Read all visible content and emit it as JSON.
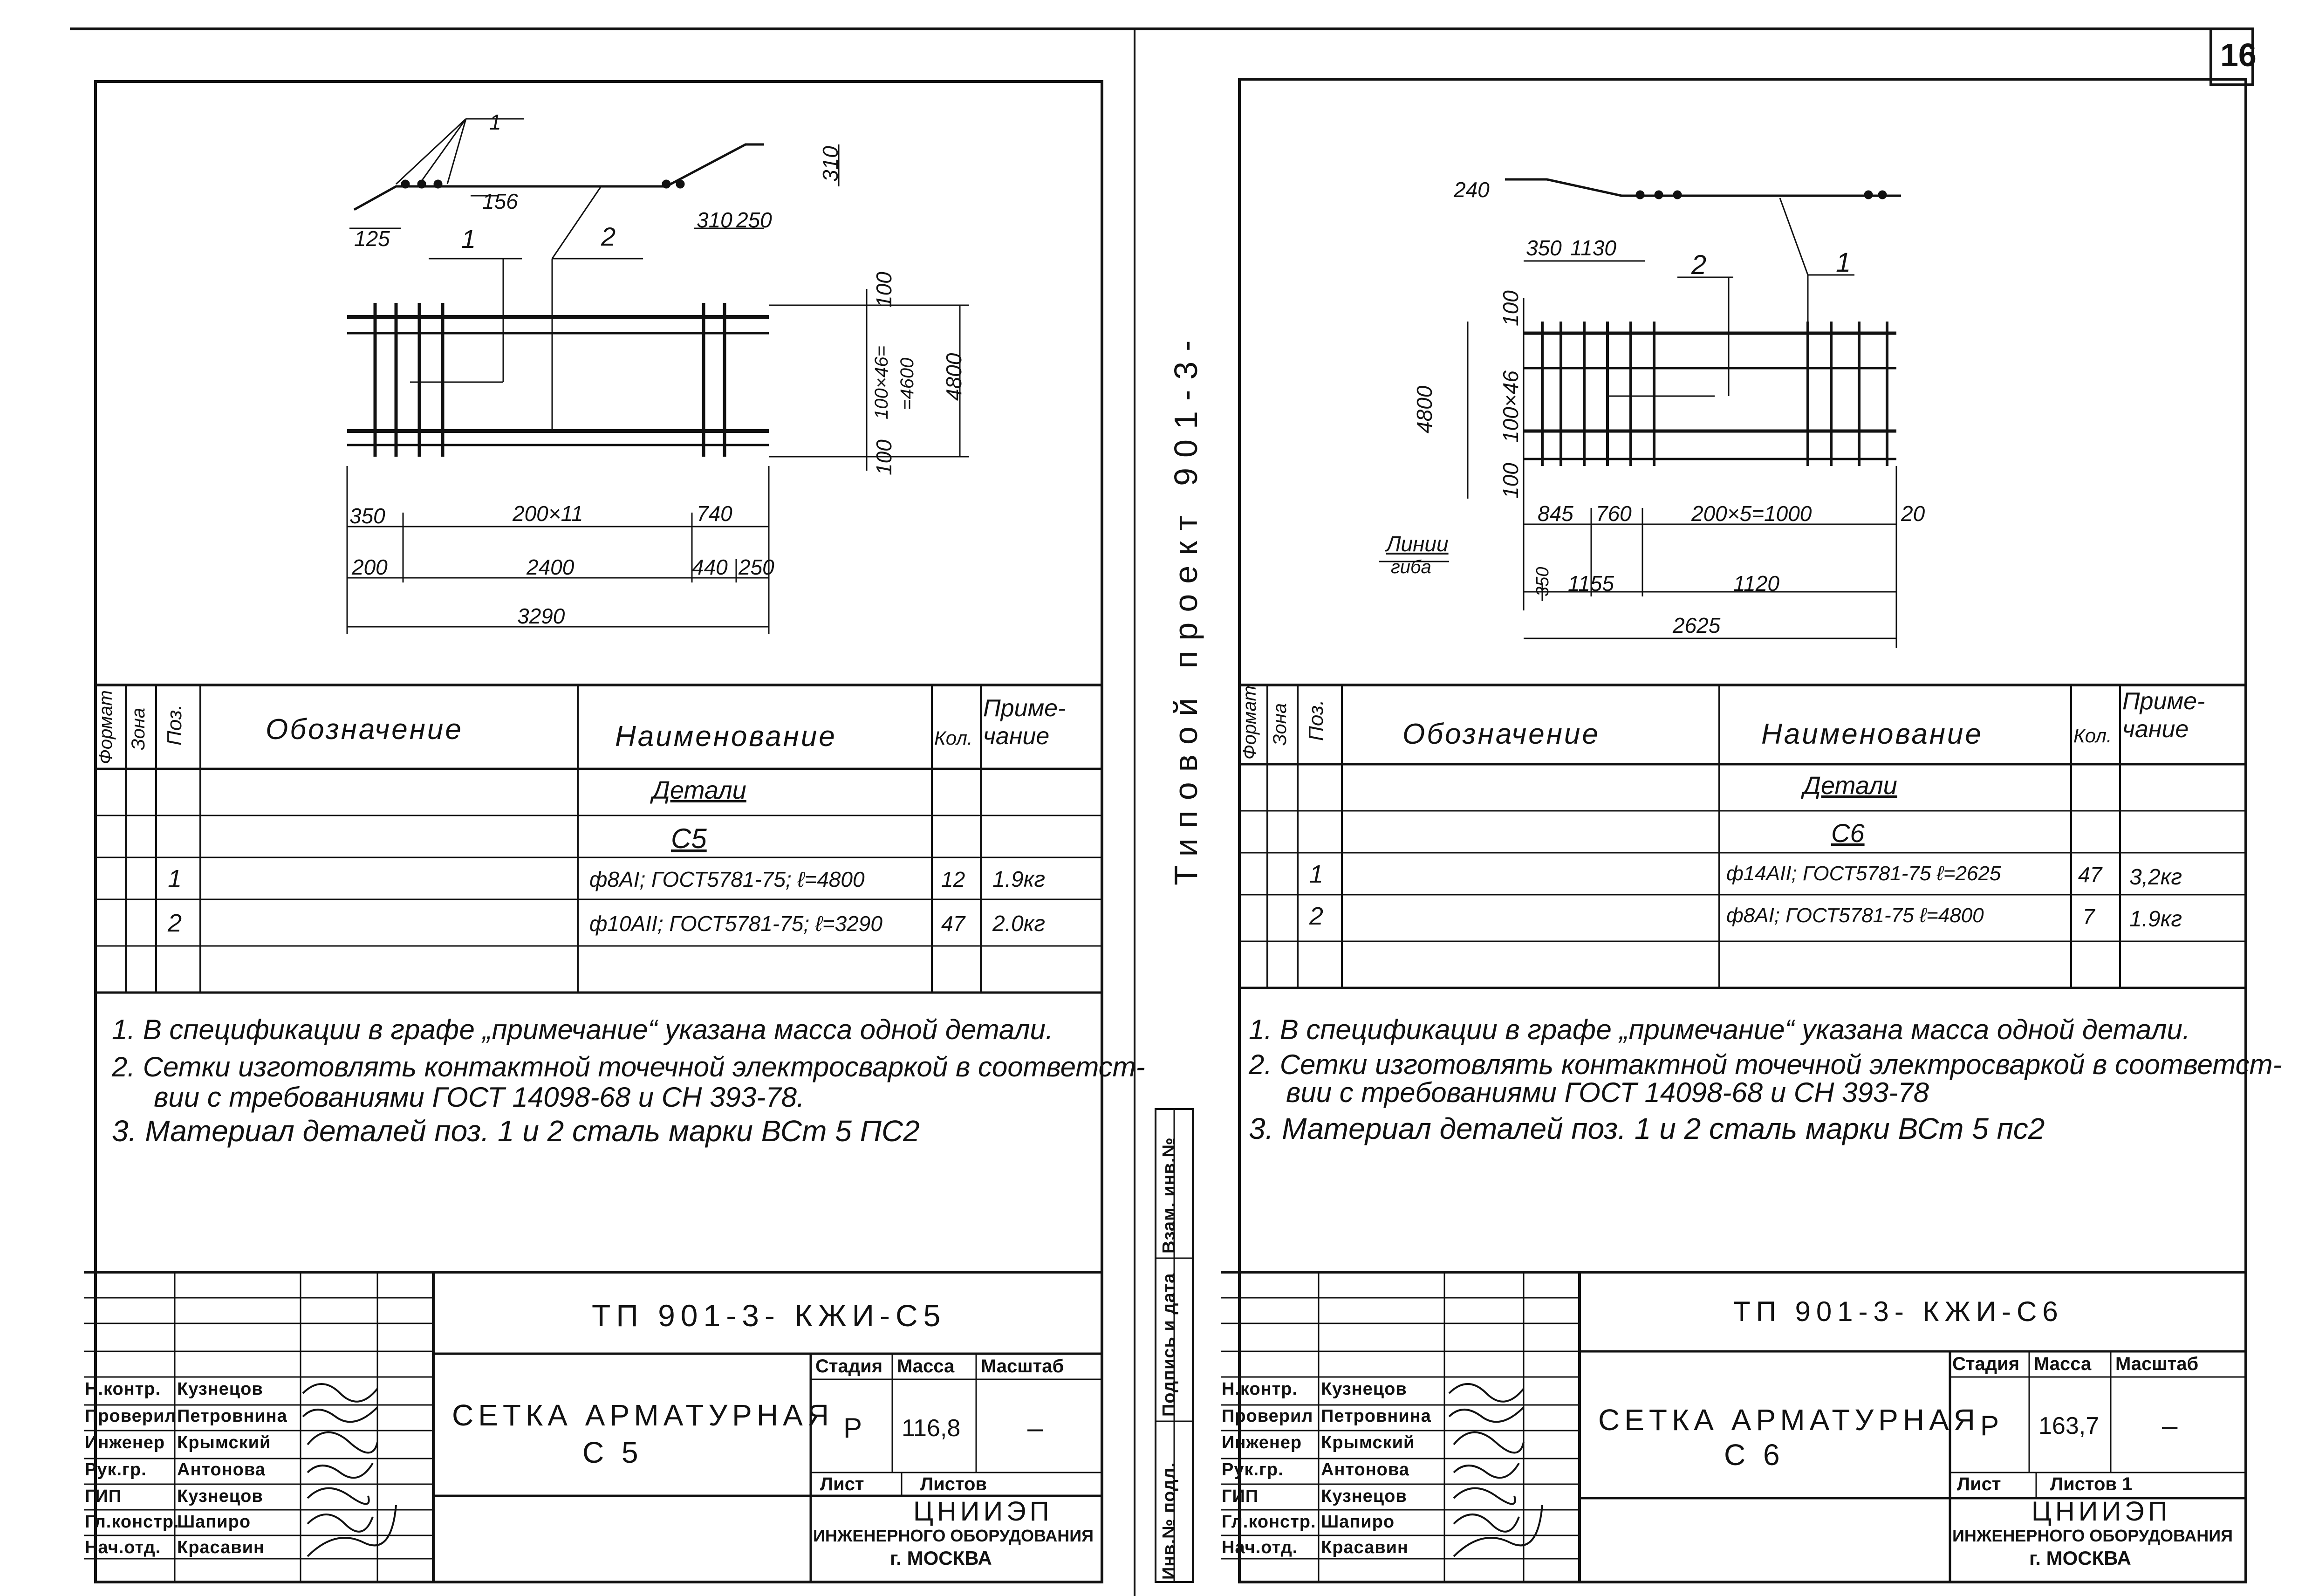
{
  "page_number": "16",
  "side_project_label": "Типовой проект 901-3-",
  "side_stamp_labels": [
    "Инв.№ подл.",
    "Подпись и дата",
    "Взам. инв.№"
  ],
  "sheets": [
    {
      "id": "c5",
      "dims": [
        "1",
        "156",
        "125",
        "1",
        "2",
        "310",
        "250",
        "310",
        "100",
        "100×46=",
        "=4600",
        "4800",
        "100",
        "350",
        "200×11",
        "740",
        "200",
        "2400",
        "440",
        "250",
        "3290"
      ],
      "table_header": {
        "format": "Формат",
        "zone": "Зона",
        "pos": "Поз.",
        "designation": "Обозначение",
        "name": "Наименование",
        "qty": "Кол.",
        "note": "Приме-чание"
      },
      "group": "Детали",
      "subgroup": "С5",
      "rows": [
        {
          "pos": "1",
          "name": "ф8АI; ГОСТ5781-75; ℓ=4800",
          "qty": "12",
          "note": "1.9кг"
        },
        {
          "pos": "2",
          "name": "ф10АII; ГОСТ5781-75; ℓ=3290",
          "qty": "47",
          "note": "2.0кг"
        }
      ],
      "notes": [
        "1. В спецификации в графе „примечание“ указана масса одной детали.",
        "2. Сетки изготовлять контактной точечной электросваркой в соответст-",
        "вии с требованиями ГОСТ 14098-68 и СН 393-78.",
        "3. Материал деталей поз. 1 и 2 сталь марки ВСт 5 ПС2"
      ],
      "doc_code": "ТП  901-3-       КЖИ-С5",
      "doc_title_1": "СЕТКА АРМАТУРНАЯ",
      "doc_title_2": "С 5",
      "stage_label": "Стадия",
      "mass_label": "Масса",
      "scale_label": "Масштаб",
      "stage": "Р",
      "mass": "116,8",
      "scale": "–",
      "sheet_label": "Лист",
      "sheets_label": "Листов",
      "org_1": "ЦНИИЭП",
      "org_2": "ИНЖЕНЕРНОГО ОБОРУДОВАНИЯ",
      "org_3": "г. МОСКВА",
      "staff": [
        {
          "role": "Н.контр.",
          "name": "Кузнецов"
        },
        {
          "role": "Проверил",
          "name": "Петровнина"
        },
        {
          "role": "Инженер",
          "name": "Крымский"
        },
        {
          "role": "Рук.гр.",
          "name": "Антонова"
        },
        {
          "role": "ГИП",
          "name": "Кузнецов"
        },
        {
          "role": "Гл.констр.",
          "name": "Шапиро"
        },
        {
          "role": "Нач.отд.",
          "name": "Красавин"
        }
      ]
    },
    {
      "id": "c6",
      "dims": [
        "240",
        "350",
        "1130",
        "2",
        "1",
        "100",
        "4800",
        "100×46",
        "100",
        "845",
        "760",
        "200×5=1000",
        "20",
        "Линии",
        "гиба",
        "350",
        "1155",
        "1120",
        "2625"
      ],
      "table_header": {
        "format": "Формат",
        "zone": "Зона",
        "pos": "Поз.",
        "designation": "Обозначение",
        "name": "Наименование",
        "qty": "Кол.",
        "note": "Приме-чание"
      },
      "group": "Детали",
      "subgroup": "С6",
      "rows": [
        {
          "pos": "1",
          "name": "ф14АII; ГОСТ5781-75 ℓ=2625",
          "qty": "47",
          "note": "3,2кг"
        },
        {
          "pos": "2",
          "name": "ф8АI; ГОСТ5781-75 ℓ=4800",
          "qty": "7",
          "note": "1.9кг"
        }
      ],
      "notes": [
        "1. В спецификации в графе „примечание“ указана масса одной детали.",
        "2. Сетки изготовлять контактной точечной электросваркой в соответст-",
        "вии с требованиями ГОСТ 14098-68 и СН 393-78",
        "3. Материал деталей поз. 1 и 2 сталь марки ВСт 5 пс2"
      ],
      "doc_code": "ТП 901-3-       КЖИ-С6",
      "doc_title_1": "СЕТКА АРМАТУРНАЯ",
      "doc_title_2": "С 6",
      "stage_label": "Стадия",
      "mass_label": "Масса",
      "scale_label": "Масштаб",
      "stage": "Р",
      "mass": "163,7",
      "scale": "–",
      "sheet_label": "Лист",
      "sheets_label": "Листов 1",
      "org_1": "ЦНИИЭП",
      "org_2": "ИНЖЕНЕРНОГО ОБОРУДОВАНИЯ",
      "org_3": "г. МОСКВА",
      "staff": [
        {
          "role": "Н.контр.",
          "name": "Кузнецов"
        },
        {
          "role": "Проверил",
          "name": "Петровнина"
        },
        {
          "role": "Инженер",
          "name": "Крымский"
        },
        {
          "role": "Рук.гр.",
          "name": "Антонова"
        },
        {
          "role": "ГИП",
          "name": "Кузнецов"
        },
        {
          "role": "Гл.констр.",
          "name": "Шапиро"
        },
        {
          "role": "Нач.отд.",
          "name": "Красавин"
        }
      ]
    }
  ]
}
